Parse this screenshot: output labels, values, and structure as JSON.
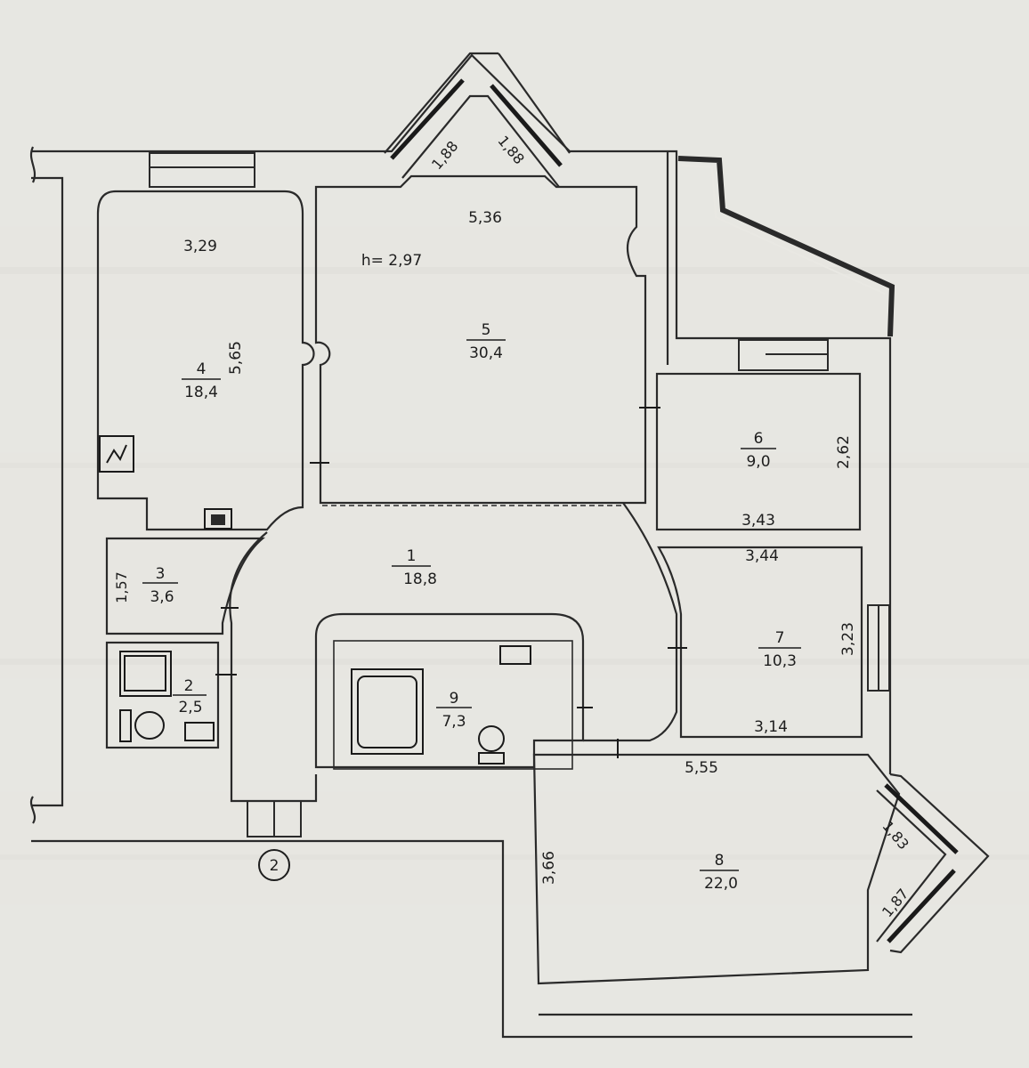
{
  "plan": {
    "ceiling_height": "h= 2,97",
    "axis_marker": "2",
    "rooms": [
      {
        "id": "4",
        "number": "4",
        "area": "18,4",
        "dim_w": "3,29",
        "dim_h": "5,65"
      },
      {
        "id": "5",
        "number": "5",
        "area": "30,4",
        "dim_w": "5,36"
      },
      {
        "id": "6",
        "number": "6",
        "area": "9,0",
        "dim_w": "3,43",
        "dim_h": "2,62"
      },
      {
        "id": "1",
        "number": "1",
        "area": "18,8"
      },
      {
        "id": "3",
        "number": "3",
        "area": "3,6",
        "dim_h": "1,57"
      },
      {
        "id": "7",
        "number": "7",
        "area": "10,3",
        "dim_top": "3,44",
        "dim_bottom": "3,14",
        "dim_h": "3,23"
      },
      {
        "id": "2",
        "number": "2",
        "area": "2,5"
      },
      {
        "id": "9",
        "number": "9",
        "area": "7,3"
      },
      {
        "id": "8",
        "number": "8",
        "area": "22,0",
        "dim_w": "5,55",
        "dim_h": "3,66"
      }
    ],
    "bay_dims": {
      "top_left": "1,88",
      "top_right": "1,88",
      "right_upper": "1,83",
      "right_lower": "1,87"
    }
  }
}
